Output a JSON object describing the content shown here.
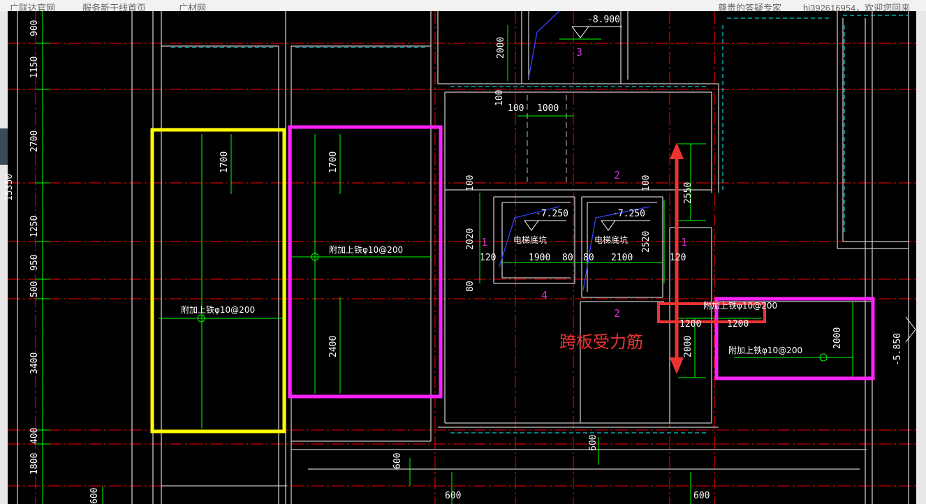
{
  "topbar": {
    "site_name": "广联达官网",
    "service_link": "服务新干线首页",
    "material_link": "广材网",
    "expert_text": "尊贵的答疑专家",
    "user_text": "hj392616954，欢迎您回来"
  },
  "dims": {
    "left_1": "900",
    "left_2": "1150",
    "left_3": "2700",
    "left_side": "15350",
    "left_4": "1250",
    "left_5": "950",
    "left_6": "500",
    "left_7": "3400",
    "left_8": "400",
    "left_9": "1800",
    "left_bottom": "600",
    "yellow_top": "1700",
    "pink_top": "1700",
    "pink_bottom": "2400",
    "top_2000": "2000",
    "d100_a": "100",
    "d100_b": "100",
    "d1000": "1000",
    "d100_c": "100",
    "d100_d": "100",
    "d2020": "2020",
    "d120_a": "120",
    "d80_a": "80",
    "d1900": "1900",
    "d80_b": "80",
    "d80_c": "80",
    "d2100": "2100",
    "d2520": "2520",
    "d120_b": "120",
    "d2550": "2550",
    "d2000_mid": "2000",
    "d1200_a": "1200",
    "d1200_b": "1200",
    "d2000_right": "2000",
    "d600_a": "600",
    "d600_b": "600",
    "d600_c": "600",
    "d600_d": "600",
    "right_elev": "-5.850"
  },
  "levels": {
    "top_level": "-8.900",
    "pit_level_1": "-7.250",
    "pit_level_2": "-7.250"
  },
  "section_marks": {
    "m3": "3",
    "m2a": "2",
    "m2b": "2",
    "m1a": "1",
    "m1b": "1",
    "m4": "4"
  },
  "labels": {
    "pit_1": "电梯底坑",
    "pit_2": "电梯底坑",
    "rebar_yellow": "附加上铁φ10@200",
    "rebar_pink_1": "附加上铁φ10@200",
    "rebar_pink_2": "附加上铁φ10@200",
    "rebar_small": "附加上铁φ10@200",
    "annotation": "跨板受力筋"
  },
  "colors": {
    "background": "#000000",
    "axis_red": "#ff0000",
    "wall_gray": "#c8c8c8",
    "dim_green": "#00ff00",
    "cyan_dash": "#00ffff",
    "yellow_box": "#ffff00",
    "magenta_box": "#ff22ff",
    "annotation_red": "#ee3333",
    "blue_line": "#3344ff"
  }
}
